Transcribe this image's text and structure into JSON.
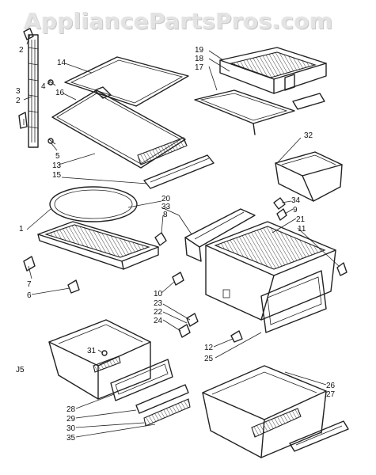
{
  "watermark": "AppliancePartsPros.com",
  "diagram_code": "J5",
  "callouts": {
    "c2": "2",
    "c4": "4",
    "c3": "3",
    "c2b": "2",
    "c5": "5",
    "c13": "13",
    "c15": "15",
    "c14": "14",
    "c16": "16",
    "c19": "19",
    "c18": "18",
    "c17": "17",
    "c32": "32",
    "c1": "1",
    "c20": "20",
    "c33": "33",
    "c8": "8",
    "c7": "7",
    "c6": "6",
    "c34": "34",
    "c9": "9",
    "c21": "21",
    "c11": "11",
    "c10": "10",
    "c23": "23",
    "c22": "22",
    "c24": "24",
    "c12": "12",
    "c25": "25",
    "c31": "31",
    "c28": "28",
    "c29": "29",
    "c30": "30",
    "c35": "35",
    "c26": "26",
    "c27": "27"
  }
}
